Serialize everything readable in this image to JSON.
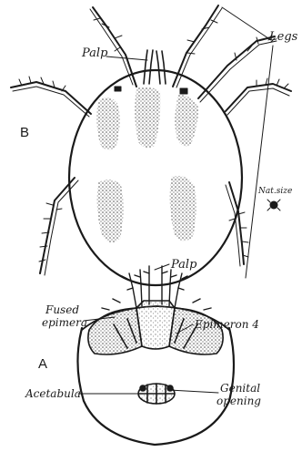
{
  "figure_b": {
    "panel_letter": "B",
    "labels": {
      "palp": "Palp",
      "legs": "Legs",
      "nat_size": "Nat.size"
    }
  },
  "figure_a": {
    "panel_letter": "A",
    "labels": {
      "palp": "Palp",
      "fused_epimera_line1": "Fused",
      "fused_epimera_line2": "epimera",
      "epimeron_4": "Epimeron 4",
      "acetabula": "Acetabula",
      "genital_opening_line1": "Genital",
      "genital_opening_line2": "opening"
    }
  },
  "colors": {
    "ink": "#1a1a1a",
    "stipple": "#4a4a4a",
    "paper": "#ffffff"
  }
}
